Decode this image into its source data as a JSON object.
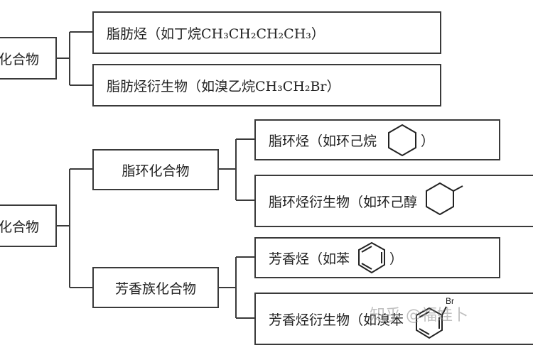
{
  "nodes": {
    "root_top": "化合物",
    "root_bottom": "化合物",
    "aliphatic_hydrocarbon": "脂肪烃（如丁烷CH₃CH₂CH₂CH₃）",
    "aliphatic_derivative": "脂肪烃衍生物（如溴乙烷CH₃CH₂Br）",
    "alicyclic_compound": "脂环化合物",
    "aromatic_compound": "芳香族化合物",
    "alicyclic_hydrocarbon": "脂环烃（如环己烷",
    "alicyclic_hydrocarbon_close": "）",
    "alicyclic_derivative": "脂环烃衍生物（如环己醇",
    "aromatic_hydrocarbon": "芳香烃（如苯",
    "aromatic_hydrocarbon_close": "）",
    "aromatic_derivative": "芳香烃衍生物（如溴苯",
    "bromine_label": "Br"
  },
  "watermark": "知乎 @福娃卜"
}
